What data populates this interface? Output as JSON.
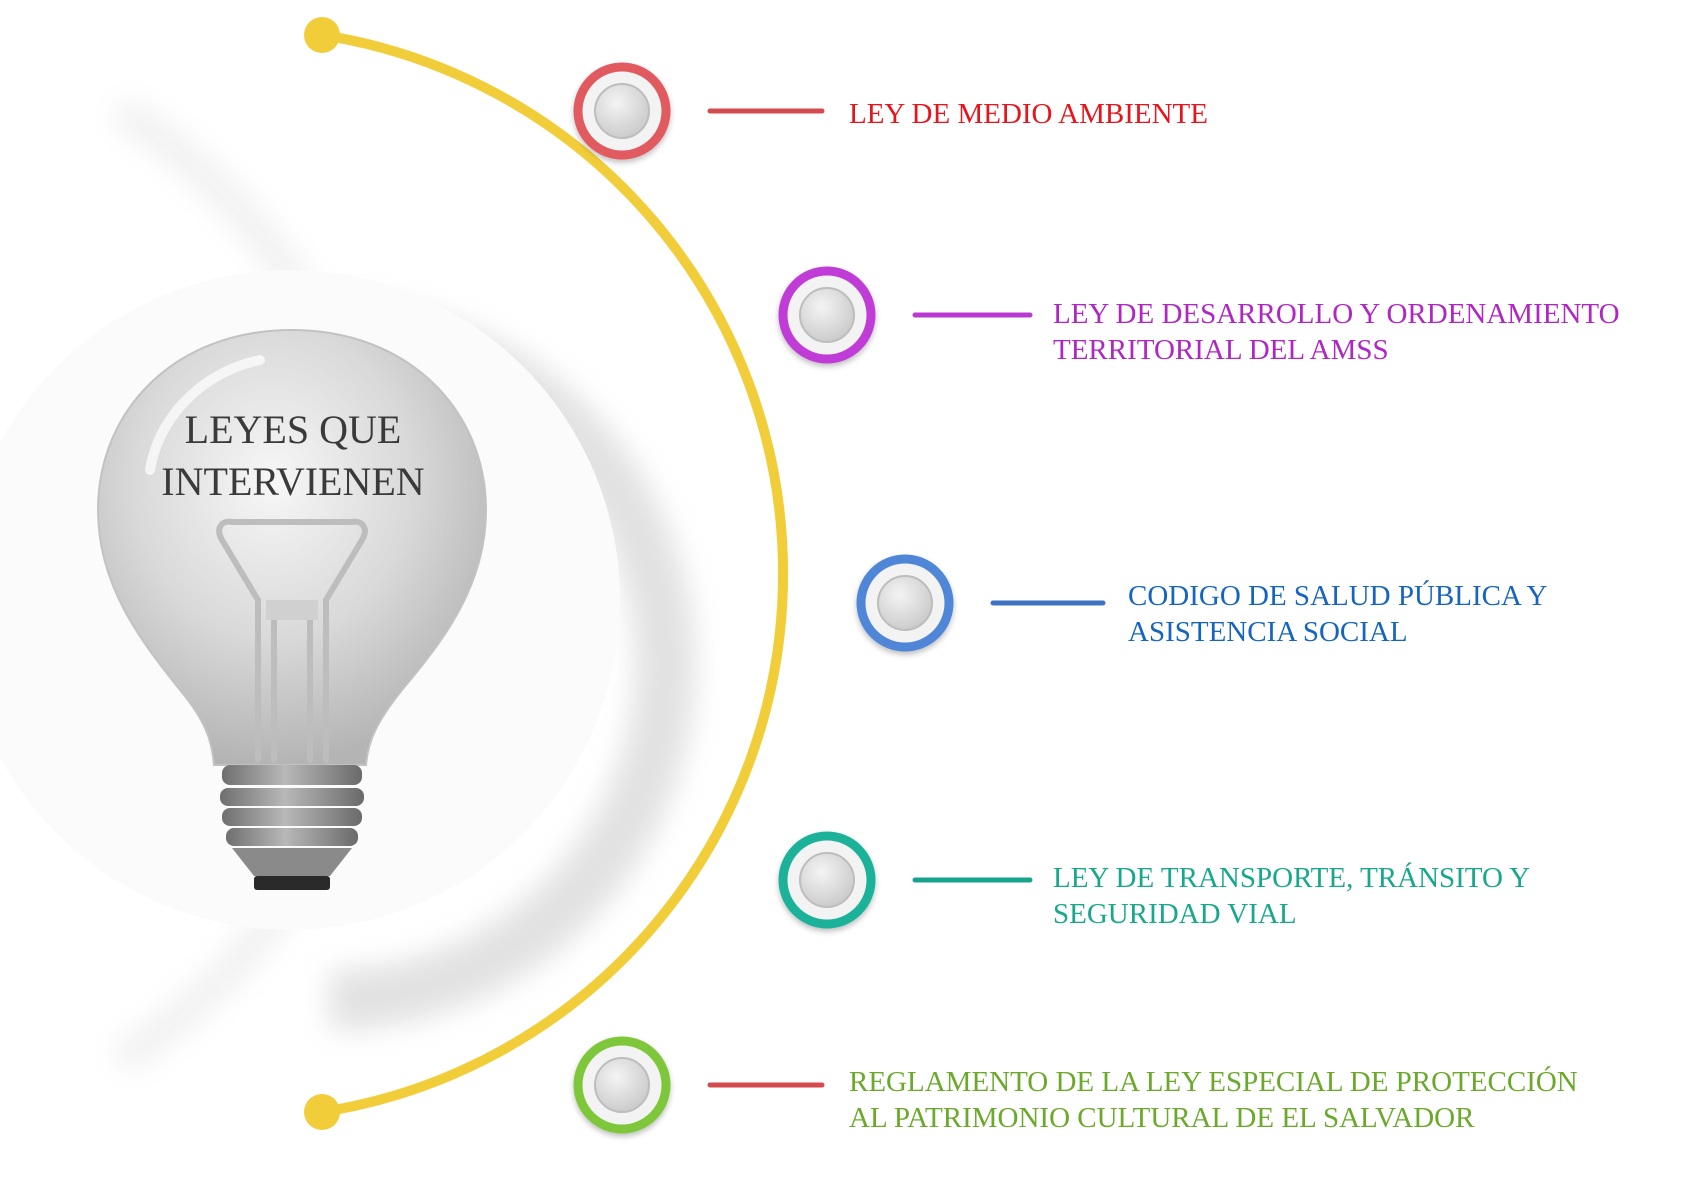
{
  "center_title": {
    "line1": "LEYES QUE",
    "line2": "INTERVIENEN"
  },
  "items": [
    {
      "lines": [
        "LEY DE MEDIO AMBIENTE"
      ],
      "color": "#e8141b",
      "ring": "#e05a5e",
      "connector": "#d44a4e"
    },
    {
      "lines": [
        "LEY DE DESARROLLO Y ORDENAMIENTO",
        "TERRITORIAL DEL AMSS"
      ],
      "color": "#b026c4",
      "ring": "#bf3ed6",
      "connector": "#b93ad0"
    },
    {
      "lines": [
        "CODIGO DE SALUD PÚBLICA Y",
        "ASISTENCIA SOCIAL"
      ],
      "color": "#1565c0",
      "ring": "#4f86d8",
      "connector": "#3f72c2"
    },
    {
      "lines": [
        "LEY DE TRANSPORTE, TRÁNSITO Y",
        "SEGURIDAD VIAL"
      ],
      "color": "#17a88c",
      "ring": "#1fb29a",
      "connector": "#17a48e"
    },
    {
      "lines": [
        "REGLAMENTO DE LA LEY ESPECIAL DE PROTECCIÓN",
        "AL PATRIMONIO CULTURAL DE EL SALVADOR"
      ],
      "color": "#6aa92a",
      "ring": "#7ec73a",
      "connector": "#d44a4e"
    }
  ],
  "arc_color": "#f2cd3a"
}
